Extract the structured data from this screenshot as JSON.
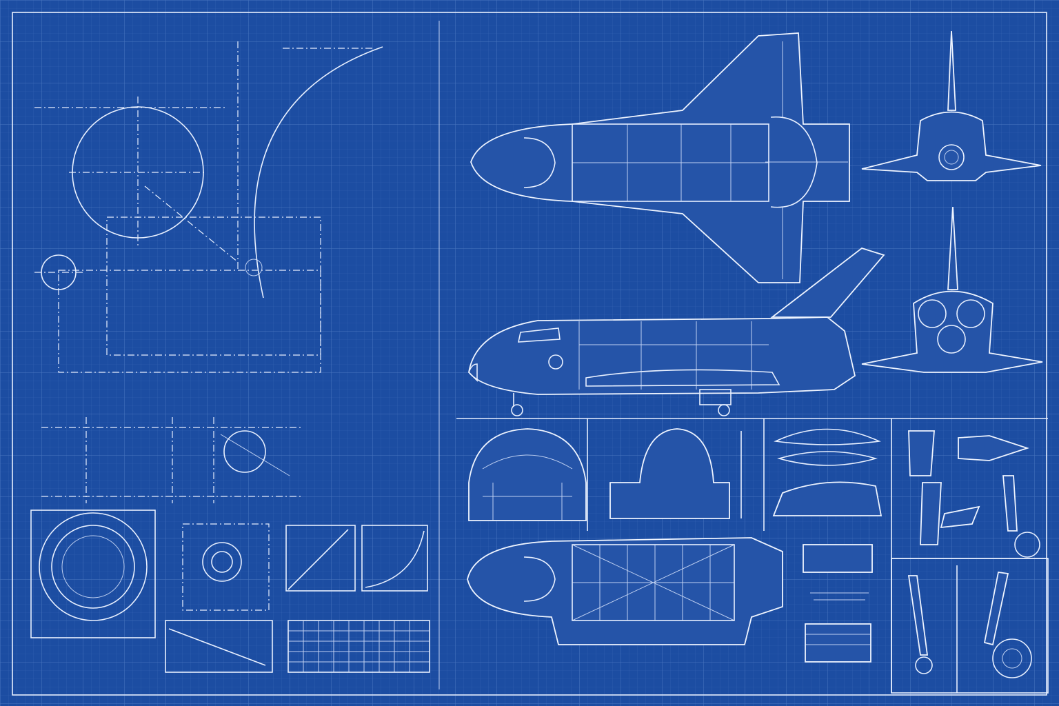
{
  "colors": {
    "background": "#1c4da2",
    "grid_minor": "#3463b3",
    "grid_major": "#4a76c0",
    "line": "#e8f0ff"
  },
  "views": [
    "top-view",
    "side-view",
    "front-view",
    "rear-view",
    "bottom-view",
    "cross-sections",
    "component-details",
    "landing-gear-details"
  ]
}
